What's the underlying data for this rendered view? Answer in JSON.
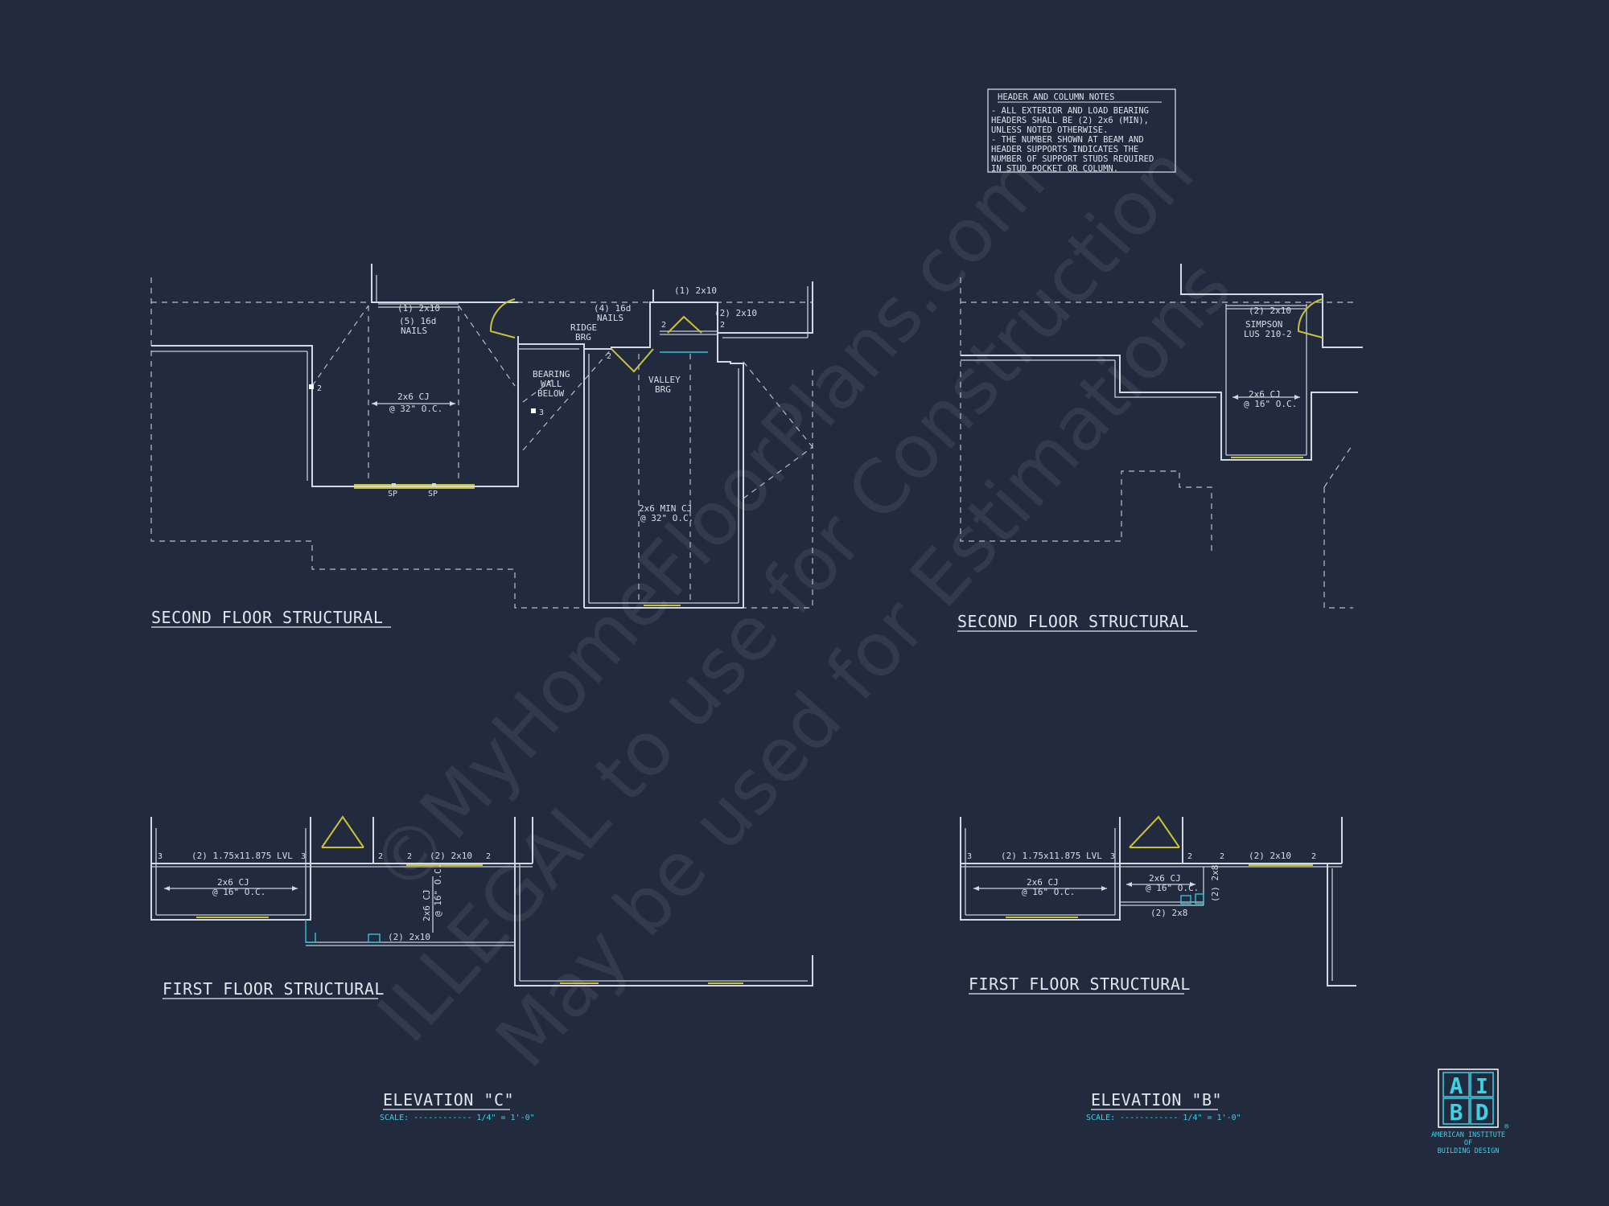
{
  "watermark": {
    "line1": "©MyHomeFloorPlans.com",
    "line2": "ILLEGAL to use for Construction",
    "line3": "May be used for Estimations"
  },
  "notes": {
    "title": "HEADER AND COLUMN NOTES",
    "lines": [
      "- ALL EXTERIOR AND LOAD BEARING",
      "HEADERS SHALL BE (2) 2x6 (MIN),",
      "UNLESS NOTED OTHERWISE.",
      "- THE NUMBER SHOWN AT BEAM AND",
      "HEADER SUPPORTS INDICATES THE",
      "NUMBER OF SUPPORT STUDS REQUIRED",
      "IN STUD POCKET OR COLUMN."
    ]
  },
  "left_second": {
    "title": "SECOND FLOOR STRUCTURAL",
    "hdr_1": "(1) 2x10",
    "nails_5": "(5) 16d",
    "nails_word": "NAILS",
    "cj": "2x6 CJ",
    "cj_spacing": "@ 32\" O.C.",
    "sp1": "SP",
    "sp2": "SP",
    "post_2a": "2",
    "bearing_1": "BEARING",
    "bearing_2": "WALL",
    "bearing_3": "BELOW",
    "post_3": "3",
    "ridge_1": "RIDGE",
    "ridge_2": "BRG",
    "nails_4": "(4) 16d",
    "nails_4b": "NAILS",
    "hdr_2": "(1) 2x10",
    "hdr_3": "(2) 2x10",
    "valley_1": "VALLEY",
    "valley_2": "BRG",
    "post_2b": "2",
    "post_2c": "2",
    "post_2d": "2",
    "cj_min": "2x6 MIN CJ",
    "cj_min_spacing": "@ 32\" O.C."
  },
  "right_second": {
    "title": "SECOND FLOOR STRUCTURAL",
    "hdr": "(2) 2x10",
    "simpson_1": "SIMPSON",
    "simpson_2": "LUS 210-2",
    "cj": "2x6 CJ",
    "cj_spacing": "@ 16\" O.C."
  },
  "left_first": {
    "title": "FIRST FLOOR STRUCTURAL",
    "n3a": "3",
    "lvl": "(2) 1.75x11.875 LVL",
    "n3b": "3",
    "n2a": "2",
    "n2b": "2",
    "hdr": "(2) 2x10",
    "n2c": "2",
    "cj": "2x6 CJ",
    "cj_spacing": "@ 16\" O.C.",
    "cj_vert": "2x6 CJ",
    "cj_vert_spacing": "@ 16\" O.C.",
    "hdr_low": "(2) 2x10"
  },
  "right_first": {
    "title": "FIRST FLOOR STRUCTURAL",
    "n3a": "3",
    "lvl": "(2) 1.75x11.875 LVL",
    "n3b": "3",
    "n2a": "2",
    "n2b": "2",
    "hdr": "(2) 2x10",
    "n2c": "2",
    "cj": "2x6 CJ",
    "cj_spacing": "@ 16\" O.C.",
    "cj2": "2x6 CJ",
    "cj2_spacing": "@ 16\" O.C.",
    "hdr_2x8": "(2) 2x8",
    "hdr_2x8_vert": "(2) 2x8"
  },
  "elev_c": {
    "title": "ELEVATION \"C\"",
    "scale": "SCALE: ------------ 1/4\" = 1'-0\""
  },
  "elev_b": {
    "title": "ELEVATION \"B\"",
    "scale": "SCALE: ------------ 1/4\" = 1'-0\""
  },
  "logo": {
    "l1": "A",
    "l2": "I",
    "l3": "B",
    "l4": "D",
    "reg": "®",
    "name1": "AMERICAN INSTITUTE",
    "name2": "OF",
    "name3": "BUILDING DESIGN"
  },
  "colors": {
    "background": "#222a3d",
    "linework": "#d4d8e2",
    "header_yellow": "#c8c23a",
    "accent_cyan": "#35c0d6"
  }
}
